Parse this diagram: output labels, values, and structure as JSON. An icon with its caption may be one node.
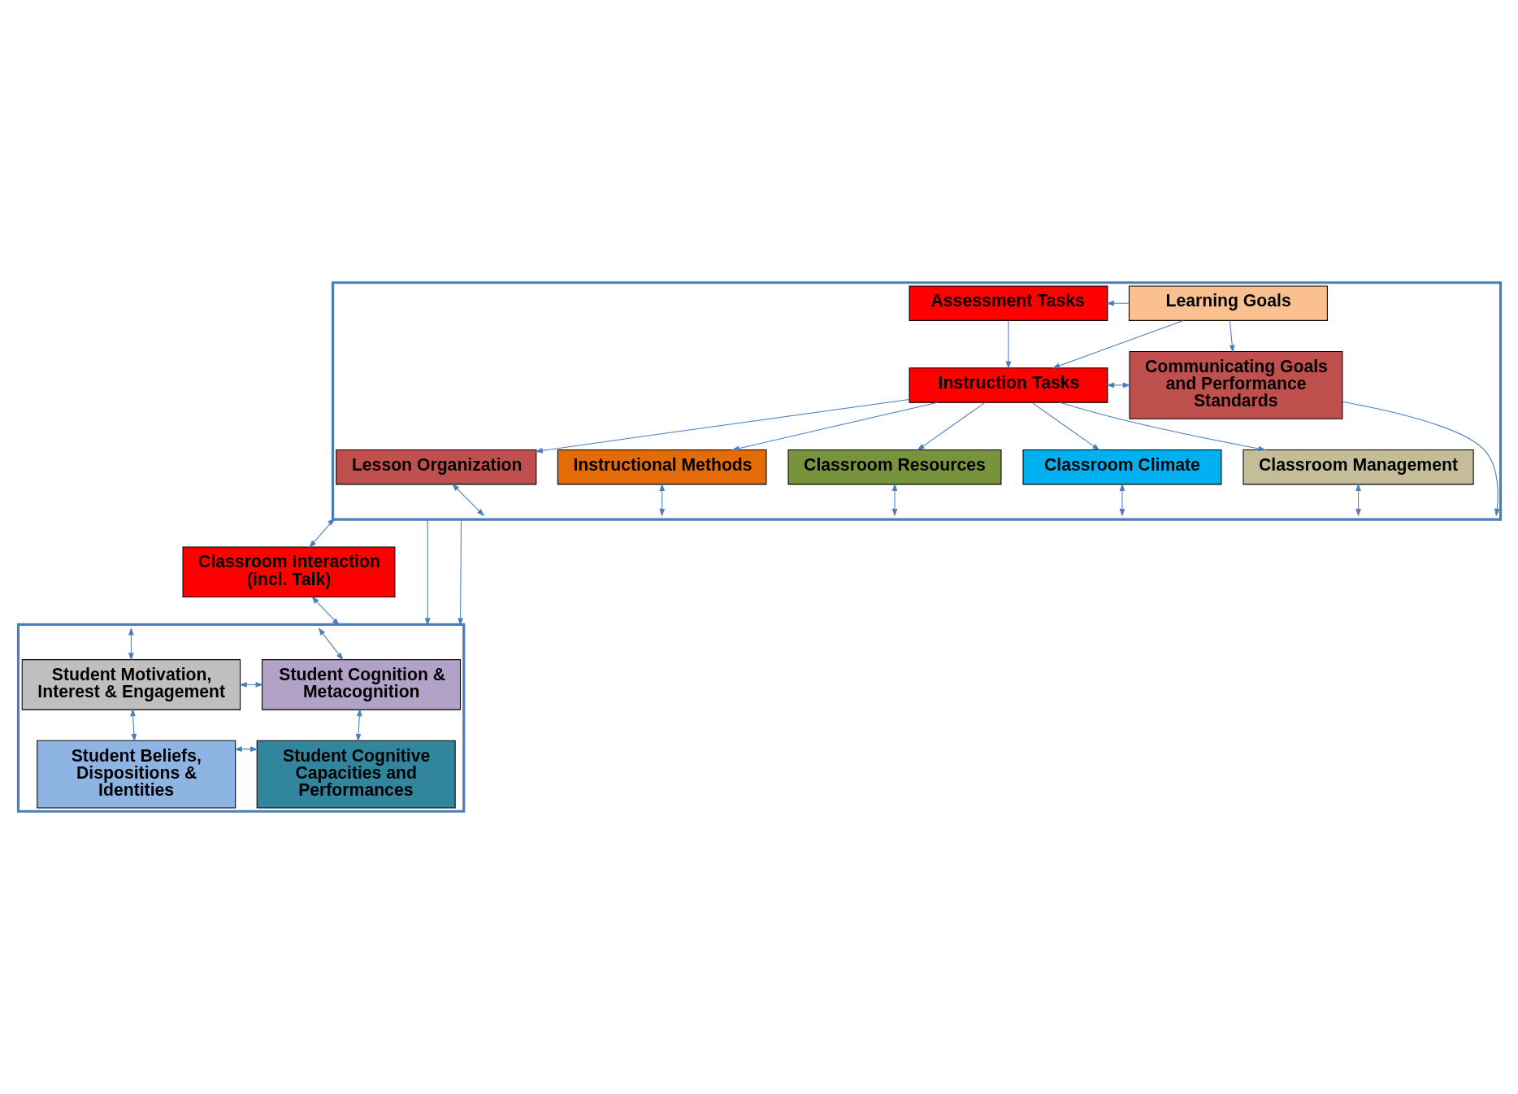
{
  "diagram": {
    "nodes": [
      {
        "text": [],
        "shape": "box"
      },
      {
        "text": [
          "Assessment Tasks"
        ],
        "in": 0
      },
      {
        "text": [
          "Instruction Tasks"
        ],
        "in": 0
      },
      {
        "text": [
          "Learning Goals"
        ],
        "in": 0
      },
      {
        "text": [
          "Communicating Goals and Performance Standards"
        ],
        "in": 0
      },
      {
        "text": [
          "Lesson Organization"
        ],
        "in": 0
      },
      {
        "text": [
          "Instructional Methods"
        ],
        "in": 0
      },
      {
        "text": [
          "Classroom Resources"
        ],
        "in": 0
      },
      {
        "text": [
          "Classroom Climate"
        ],
        "in": 0
      },
      {
        "text": [
          "Classroom Management"
        ],
        "in": 0
      },
      {
        "text": [
          "Classroom Interaction (incl. Talk)"
        ]
      },
      {
        "text": [],
        "shape": "box"
      },
      {
        "text": [
          "Student Motivation, Interest & Engagement"
        ],
        "in": 11
      },
      {
        "text": [
          "Student Cognition & Metacognition"
        ],
        "in": 11
      },
      {
        "text": [
          "Student Beliefs, Dispositions & Identities"
        ],
        "in": 11
      },
      {
        "text": [
          "Student Cognitive Capacities and Performances"
        ],
        "in": 11
      }
    ],
    "edges": [
      {
        "from": 3,
        "to": 1,
        "arrow": "to"
      },
      {
        "from": 3,
        "to": 2,
        "arrow": "to"
      },
      {
        "from": 1,
        "to": 2,
        "arrow": "to"
      },
      {
        "from": 2,
        "to": 4,
        "arrow": "both"
      },
      {
        "from": 3,
        "to": 4,
        "arrow": "to"
      },
      {
        "from": 2,
        "to": 5,
        "arrow": "to"
      },
      {
        "from": 2,
        "to": 6,
        "arrow": "to"
      },
      {
        "from": 2,
        "to": 7,
        "arrow": "to"
      },
      {
        "from": 2,
        "to": 8,
        "arrow": "to"
      },
      {
        "from": 2,
        "to": 9,
        "arrow": "to"
      },
      {
        "from": 5,
        "to": 0,
        "arrow": "both"
      },
      {
        "from": 6,
        "to": 0,
        "arrow": "both"
      },
      {
        "from": 7,
        "to": 0,
        "arrow": "both"
      },
      {
        "from": 8,
        "to": 0,
        "arrow": "both"
      },
      {
        "from": 9,
        "to": 0,
        "arrow": "both"
      },
      {
        "from": 4,
        "to": 0,
        "arrow": "to"
      },
      {
        "from": 0,
        "to": 10,
        "arrow": "both"
      },
      {
        "from": 10,
        "to": 11,
        "arrow": "both"
      },
      {
        "from": 0,
        "to": 11,
        "arrow": "to"
      },
      {
        "from": 0,
        "to": 11,
        "arrow": "to"
      },
      {
        "from": 11,
        "to": 12,
        "arrow": "both"
      },
      {
        "from": 11,
        "to": 13,
        "arrow": "both"
      },
      {
        "from": 12,
        "to": 13,
        "arrow": "both"
      },
      {
        "from": 12,
        "to": 14,
        "arrow": "both"
      },
      {
        "from": 13,
        "to": 15,
        "arrow": "both"
      },
      {
        "from": 14,
        "to": 15,
        "arrow": "both"
      }
    ]
  }
}
